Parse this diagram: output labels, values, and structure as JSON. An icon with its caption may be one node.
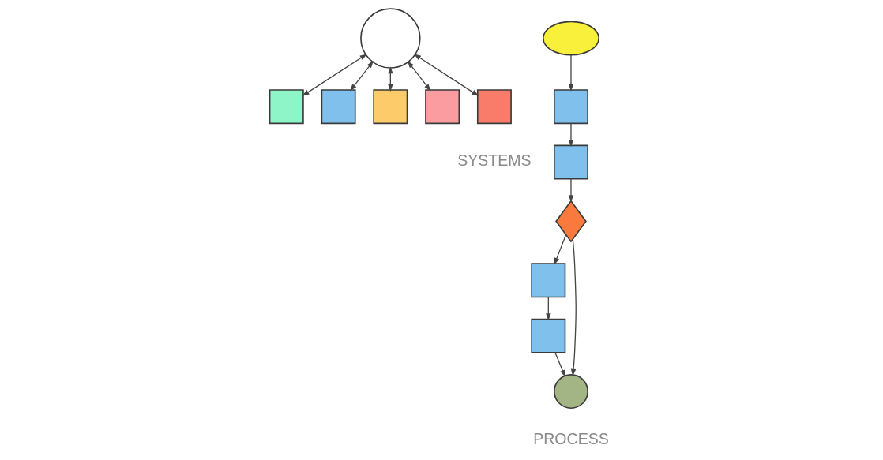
{
  "diagram": {
    "nodes": [
      {
        "text": [],
        "shape": "box"
      },
      {
        "text": [],
        "shape": "box"
      },
      {
        "text": [],
        "shape": "box"
      },
      {
        "text": [],
        "shape": "circle"
      },
      {
        "text": [],
        "shape": "box"
      },
      {
        "text": [],
        "shape": "box"
      },
      {
        "text": [],
        "shape": "ellipse"
      },
      {
        "text": [],
        "shape": "box"
      },
      {
        "text": [],
        "shape": "box"
      },
      {
        "text": [],
        "shape": "diamond"
      },
      {
        "text": [],
        "shape": "box"
      },
      {
        "text": [],
        "shape": "box"
      },
      {
        "text": [],
        "shape": "circle"
      }
    ],
    "edges": [
      {
        "from": 3,
        "to": 0,
        "arrow": "both"
      },
      {
        "from": 3,
        "to": 1,
        "arrow": "both"
      },
      {
        "from": 3,
        "to": 2,
        "arrow": "both"
      },
      {
        "from": 3,
        "to": 4,
        "arrow": "both"
      },
      {
        "from": 3,
        "to": 5,
        "arrow": "both"
      },
      {
        "from": 6,
        "to": 7,
        "arrow": "to"
      },
      {
        "from": 7,
        "to": 8,
        "arrow": "to"
      },
      {
        "from": 8,
        "to": 9,
        "arrow": "to"
      },
      {
        "from": 9,
        "to": 11,
        "arrow": "to"
      },
      {
        "from": 11,
        "to": 10,
        "arrow": "to"
      },
      {
        "from": 9,
        "to": 12,
        "arrow": "to"
      },
      {
        "from": 10,
        "to": 12,
        "arrow": "to"
      }
    ],
    "labels": [
      "SYSTEMS",
      "PROCESS"
    ]
  }
}
